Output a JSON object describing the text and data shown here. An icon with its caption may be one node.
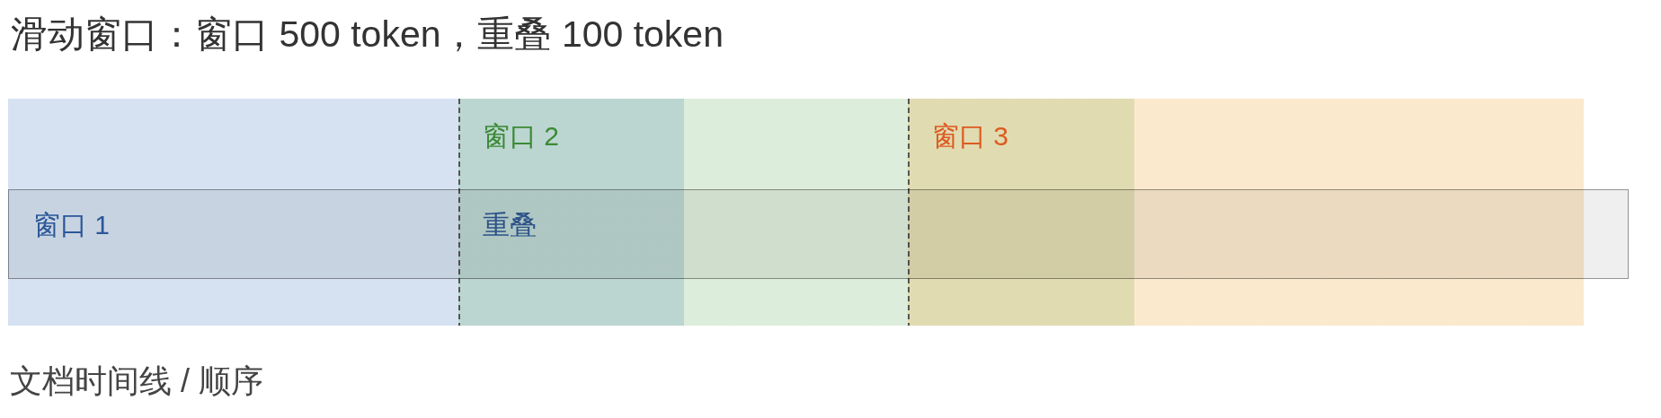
{
  "diagram": {
    "title": "滑动窗口：窗口 500 token，重叠 100 token",
    "nodes": [
      {
        "text": [
          "窗口 1"
        ]
      },
      {
        "text": [
          "窗口 2"
        ]
      },
      {
        "text": [
          "窗口 3"
        ]
      }
    ],
    "labels": [
      "重叠",
      "文档时间线 / 顺序"
    ]
  }
}
